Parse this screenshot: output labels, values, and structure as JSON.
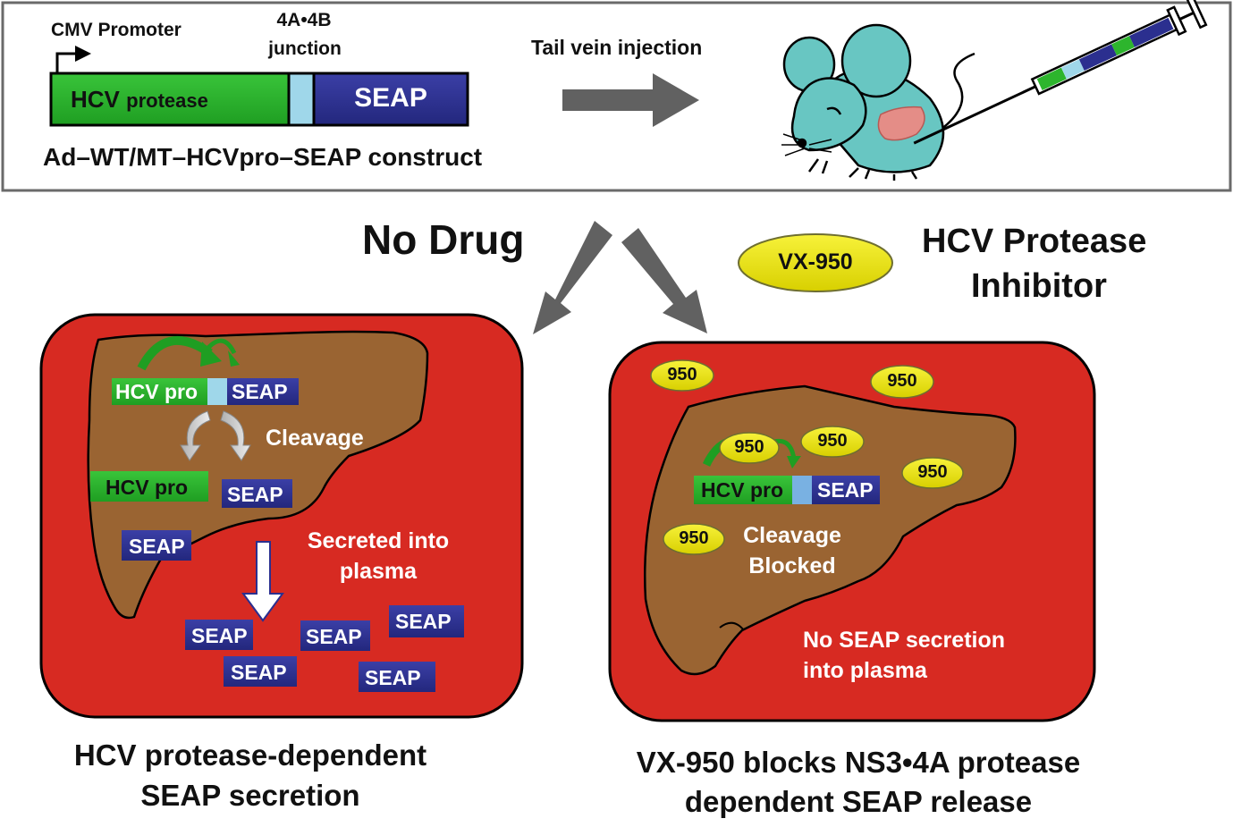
{
  "top_panel": {
    "cmv_promoter": "CMV Promoter",
    "junction_line1": "4A•4B",
    "junction_line2": "junction",
    "hcv_protease_main": "HCV ",
    "hcv_protease_sub": "protease",
    "seap": "SEAP",
    "construct_label": "Ad–WT/MT–HCVpro–SEAP construct",
    "tail_vein_injection": "Tail vein injection"
  },
  "middle": {
    "no_drug": "No Drug",
    "drug_name": "VX-950",
    "inhibitor_line1": "HCV Protease",
    "inhibitor_line2": "Inhibitor"
  },
  "left_panel": {
    "hcv_pro": "HCV pro",
    "seap": "SEAP",
    "cleavage": "Cleavage",
    "secreted_line1": "Secreted into",
    "secreted_line2": "plasma",
    "caption_line1": "HCV protease-dependent",
    "caption_line2": "SEAP secretion"
  },
  "right_panel": {
    "drug_badge": "950",
    "hcv_pro": "HCV pro",
    "seap": "SEAP",
    "blocked_line1": "Cleavage",
    "blocked_line2": "Blocked",
    "no_secretion_line1": "No SEAP secretion",
    "no_secretion_line2": "into plasma",
    "caption_line1": "VX-950 blocks NS3•4A protease",
    "caption_line2": "dependent SEAP release"
  },
  "colors": {
    "green": "#2db52d",
    "navy": "#2b2f8f",
    "light_blue": "#9fd7ea",
    "red_panel": "#d72a22",
    "liver_brown": "#9a6432",
    "drug_yellow": "#f0ea1e",
    "mouse_teal": "#68c6c2",
    "arrow_grey": "#616161"
  }
}
